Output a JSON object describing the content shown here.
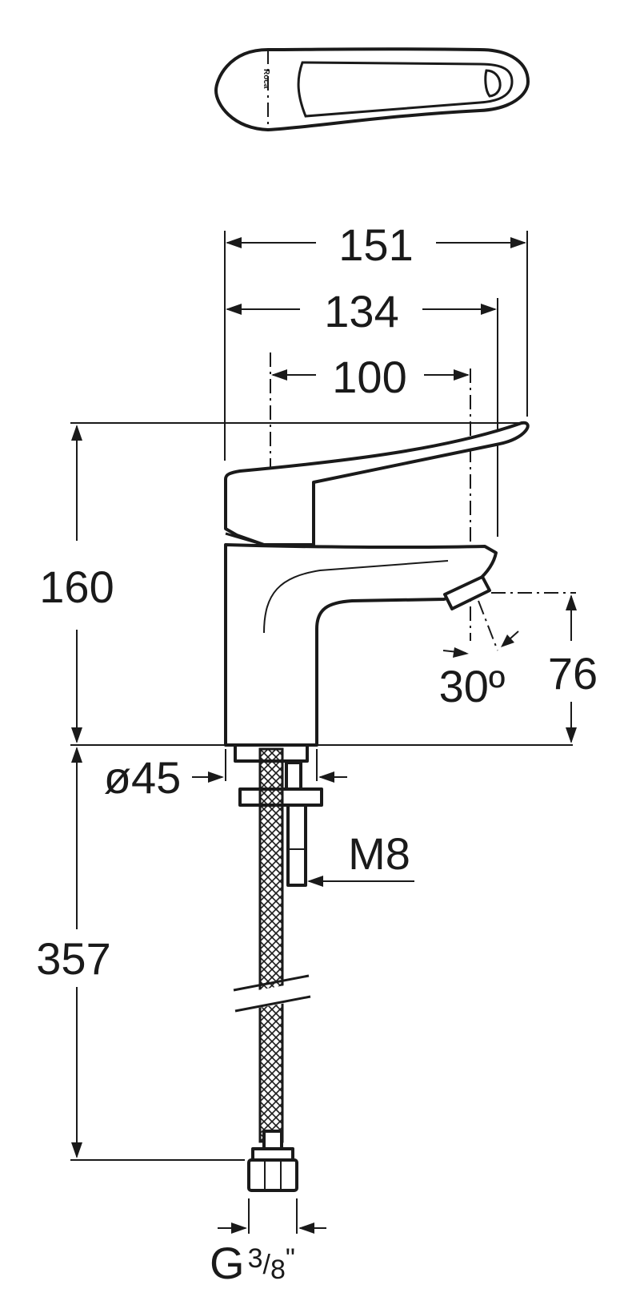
{
  "brand": {
    "logo_text": "Roca"
  },
  "dimensions": {
    "overall_width": "151",
    "lever_reach": "134",
    "spout_reach": "100",
    "overall_height": "160",
    "spout_height": "76",
    "spout_angle": "30º",
    "body_diameter": "ø45",
    "stud_thread": "M8",
    "hose_length": "357",
    "connection_thread": "G",
    "connection_fraction_num": "3",
    "connection_fraction_sep": "/",
    "connection_fraction_den": "8",
    "connection_inch": "\""
  },
  "colors": {
    "line": "#1a1a1a",
    "background": "#ffffff"
  }
}
